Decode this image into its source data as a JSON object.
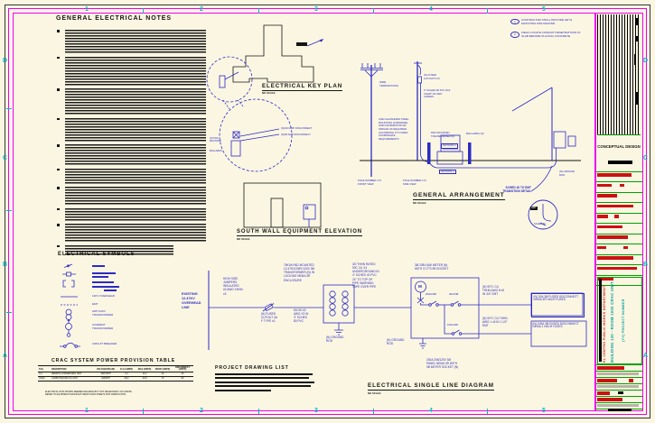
{
  "sheet": {
    "grid_numbers": [
      "1",
      "2",
      "3",
      "4",
      "5"
    ],
    "grid_letters": [
      "D",
      "C",
      "B",
      "A"
    ]
  },
  "general_notes": {
    "title": "GENERAL ELECTRICAL NOTES",
    "item_numbers": [
      "1",
      "2",
      "3",
      "4",
      "5",
      "6",
      "7",
      "8",
      "9",
      "10"
    ]
  },
  "key_notes": {
    "items": [
      {
        "num": "1",
        "text": "CONTRACTOR SHALL PROVIDE KEYS MATCHING MS2 MASTER"
      },
      {
        "num": "2",
        "text": "FIELD LOCATE CONDUIT PENETRATIONS IN SLAB BEFORE PLACING CONCRETE"
      }
    ]
  },
  "key_plan": {
    "title": "ELECTRICAL KEY PLAN",
    "scale": "NO SCALE",
    "disconnect_100": "(N)100 AMP DISCONNECT",
    "disconnect_30": "(N)30 AMP DISCONNECT",
    "pad_mounted": "(N) PAD MOUNTED",
    "bollards": "BOLLARDS"
  },
  "south_elevation": {
    "title": "SOUTH WALL EQUIPMENT ELEVATION",
    "scale": "NO SCALE"
  },
  "general_arrangement": {
    "title": "GENERAL ARRANGEMENT",
    "scale": "NO SCALE",
    "wire_terminations": "WIRE TERMINATIONS",
    "galvanized_note": "USE GALVANIZED STEEL MOUNTING HARDWARE AND DISTRIBUTOR OR SIMILAR AS REQUIRED ACCORDING TO CODES COORDINATE REQUIREMENTS",
    "fused_cutouts": "(N) FUSED CUTOUTS X3",
    "conduit_riser": "3\" SCHED 80 PVC W/2 XHHW 1/0 AWG CABLES",
    "pad_transformer": "PAD MOUNTED TRANSFORMER (N)",
    "bollards": "BOLLARDS (N)",
    "keynote2_a": "KEYNOTE 2",
    "keynote2_b": "KEYNOTE 2",
    "pole_side": "POLE NUMBER 174 SIDE VIEW",
    "pole_front": "POLE NUMBER 174 FRONT VIEW",
    "ground_rod": "(N) GROUND ROD",
    "transition": "SCHED 40 TO EMT TRANSITION DETAIL",
    "detail_emt": "EMT",
    "detail_sched": "SCHED 40"
  },
  "symbols": {
    "title": "ELECTRICAL SYMBOLS",
    "overhead": "12KV OVERHEAD",
    "emt": "EMT",
    "transformer": "208Y/120V TRANSFORMER",
    "current_transformer": "CURRENT TRANSFORMER",
    "circuit_breaker": "CIRCUIT BREAKER"
  },
  "single_line": {
    "title": "ELECTRICAL SINGLE LINE DIAGRAM",
    "scale": "NO SCALE",
    "existing_line": "EXISTING 12.47KV OVERHEAD LINE",
    "high_side": "HIGH SIDE JUMPERS INSULATED #2 AWG XHHN x3",
    "fused_cutout": "(N) FUSED CUTOUT 4A F TYPE x3",
    "mv90": "MV-90 #2 AWG X3 IN 3\" SCHED 80 PVC",
    "transformer": "75KVA PAD MOUNTED 12.47KV/208Y/120V 3Ø TRANSFORMER (N) IN LOCKING NEMA 3R ENCLOSURE",
    "underground": "3/0 THHN RATED 90C CU X4 UNDERGROUND IN 4\" SCHED 40 PVC 24\" TO TOP OF PIPE WARNING TAPE OVER PIPE",
    "ground_rod_left": "(N) GROUND ROD",
    "meter": "3Ø 208V AMI METER (N) WITH 3 CT'S 9B SOCKET",
    "meter_m": "M",
    "main_breaker": "200A/3Ø",
    "branch_30": "30A/3Ø",
    "branch_100": "100A/3Ø",
    "feeder_30": "(N) 90°C CU THHN AWG 8 x5 IN 3/4\" EMT",
    "feeder_100": "(N) 90°C CU THHN AWG 1 x5 IN 1 1/2\" EMT",
    "disconnect_30": "(N) 30A 3Ø FUSED DISCONNECT NEMA 3R HACR FUSES",
    "disconnect_100": "(N) 100A 3Ø FUSED DISCONNECT NEMA 1 HACR FUSES",
    "ground_rod_panel": "(N) GROUND ROD",
    "panel": "200A 208/120V 3Ø PANEL NEMA 3R WITH 9B METER SOCKET (N)"
  },
  "crac_table": {
    "title": "CRAC SYSTEM POWER PROVISION TABLE",
    "headers": [
      "TAG",
      "DESCRIPTION",
      "VOLTAGE/PHASE",
      "FLA (AMPS)",
      "MCA (AMPS)",
      "MOCP (AMPS)",
      "DISCONNECT (AMPS)"
    ],
    "rows": [
      [
        "CU",
        "REMOTE CONDENSING UNIT",
        "208Y/3PH",
        "6.2",
        "14.2",
        "20",
        "30"
      ],
      [
        "CRAC",
        "COMPUTER RM A/C UNIT",
        "208/3PH",
        "28.2",
        "40.8",
        "70",
        "80"
      ]
    ],
    "note": "ELECTRICAL DATA SHOWN DEEMED RELIABLE BUT NOT NECESSARILY ACCURATE. REFER TO EQUIPMENT MANUFACTURER'S DATA SHEETS FOR VERIFICATION."
  },
  "drawing_list": {
    "title": "PROJECT DRAWING LIST"
  },
  "title_block": {
    "stamp": "CONCEPTUAL DESIGN",
    "agency": "EL CENTRO PUBLIC WORKS DEPARTMENT",
    "project_line1": "BUILDING 130 - ROOM 1000 CRAC UNIT",
    "project_line2": "(YY) PROJECT NUMBER"
  }
}
